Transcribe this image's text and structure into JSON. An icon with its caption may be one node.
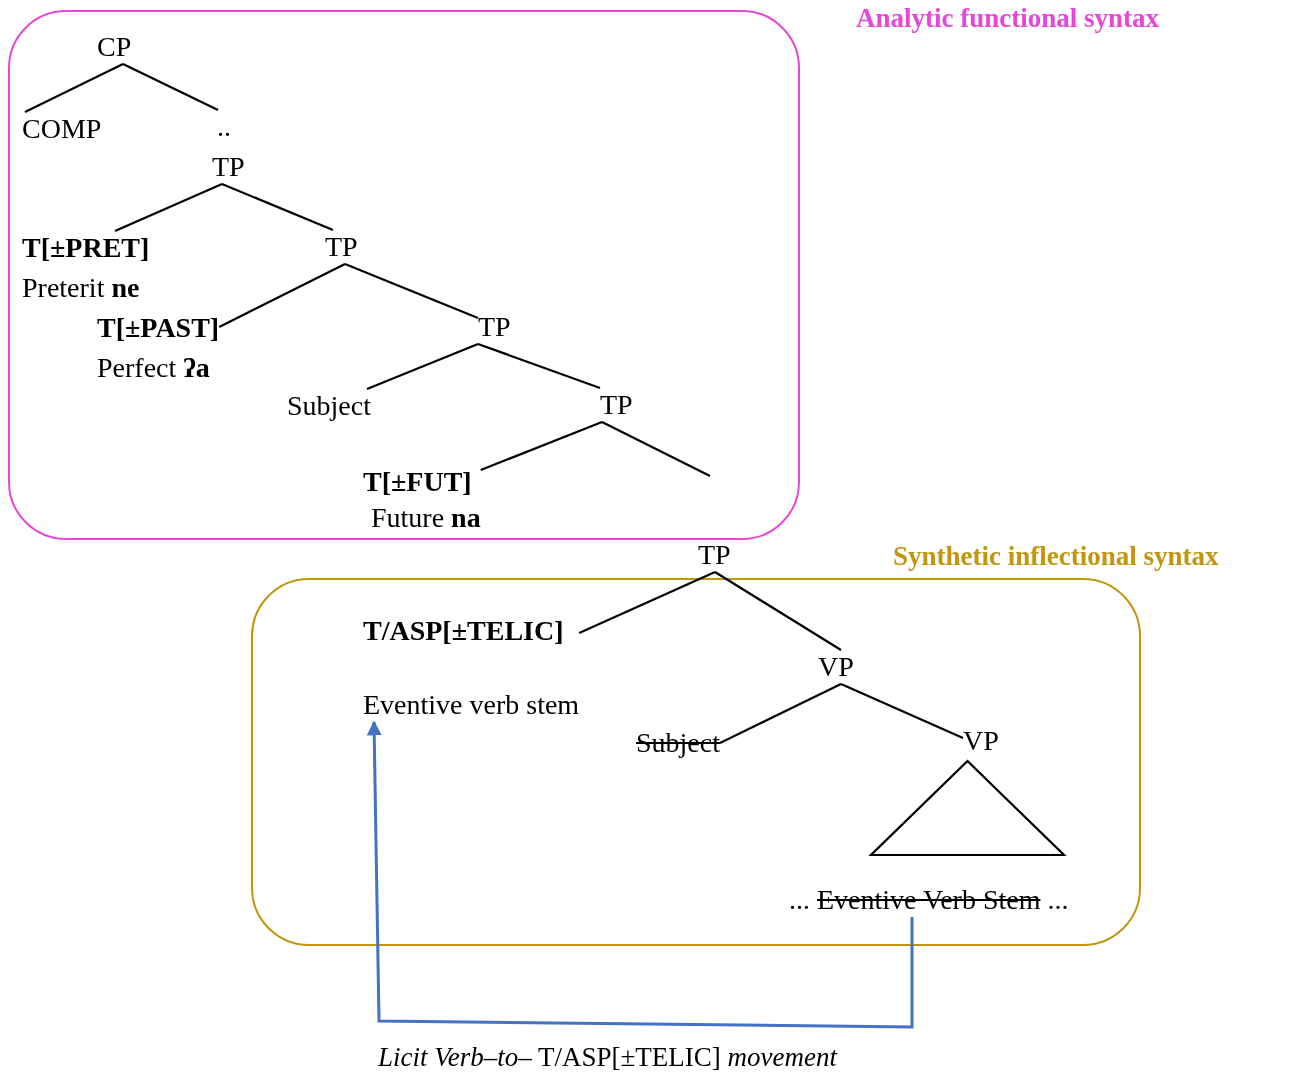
{
  "diagram": {
    "nodes": [
      {
        "text": [
          "Analytic functional syntax"
        ]
      },
      {
        "text": [
          "CP"
        ],
        "in": 0
      },
      {
        "text": [
          "COMP"
        ],
        "in": 0
      },
      {
        "text": [
          ".."
        ],
        "in": 0
      },
      {
        "text": [
          "TP"
        ],
        "in": 0
      },
      {
        "text": [
          "T[±PRET]",
          "Preterit **ne**"
        ],
        "in": 0
      },
      {
        "text": [
          "TP"
        ],
        "in": 0
      },
      {
        "text": [
          "T[±PAST]",
          "Perfect **ʔa**"
        ],
        "in": 0
      },
      {
        "text": [
          "TP"
        ],
        "in": 0
      },
      {
        "text": [
          "Subject"
        ],
        "in": 0
      },
      {
        "text": [
          "TP"
        ],
        "in": 0
      },
      {
        "text": [
          "T[±FUT]",
          "Future **na**"
        ],
        "in": 0
      },
      {
        "text": [
          "Synthetic inflectional syntax"
        ]
      },
      {
        "text": [
          "TP"
        ]
      },
      {
        "text": [
          "T/ASP[±TELIC]",
          "Eventive verb stem"
        ],
        "in": 12
      },
      {
        "text": [
          "VP"
        ],
        "in": 12
      },
      {
        "text": [
          "Subject"
        ],
        "in": 12
      },
      {
        "text": [
          "VP"
        ],
        "in": 12
      },
      {
        "text": [],
        "shape": "triangle",
        "in": 12
      },
      {
        "text": [
          "...",
          "Eventive Verb Stem",
          "..."
        ],
        "in": 12
      }
    ],
    "edges": [
      {
        "from": 1,
        "to": 2,
        "arrow": "none"
      },
      {
        "from": 1,
        "to": 3,
        "arrow": "none"
      },
      {
        "from": 4,
        "to": 5,
        "arrow": "none"
      },
      {
        "from": 4,
        "to": 6,
        "arrow": "none"
      },
      {
        "from": 6,
        "to": 7,
        "arrow": "none"
      },
      {
        "from": 6,
        "to": 8,
        "arrow": "none"
      },
      {
        "from": 8,
        "to": 9,
        "arrow": "none"
      },
      {
        "from": 8,
        "to": 10,
        "arrow": "none"
      },
      {
        "from": 10,
        "to": 11,
        "arrow": "none"
      },
      {
        "from": 10,
        "to": null,
        "arrow": "none"
      },
      {
        "from": 13,
        "to": 14,
        "arrow": "none"
      },
      {
        "from": 13,
        "to": 15,
        "arrow": "none"
      },
      {
        "from": 15,
        "to": 16,
        "arrow": "none"
      },
      {
        "from": 15,
        "to": 17,
        "arrow": "none"
      },
      {
        "from": 19,
        "to": 14,
        "arrow": "to",
        "label": "*Licit Verb–to–* T/ASP[±TELIC] *movement*",
        "color": "#4472c4"
      }
    ]
  }
}
